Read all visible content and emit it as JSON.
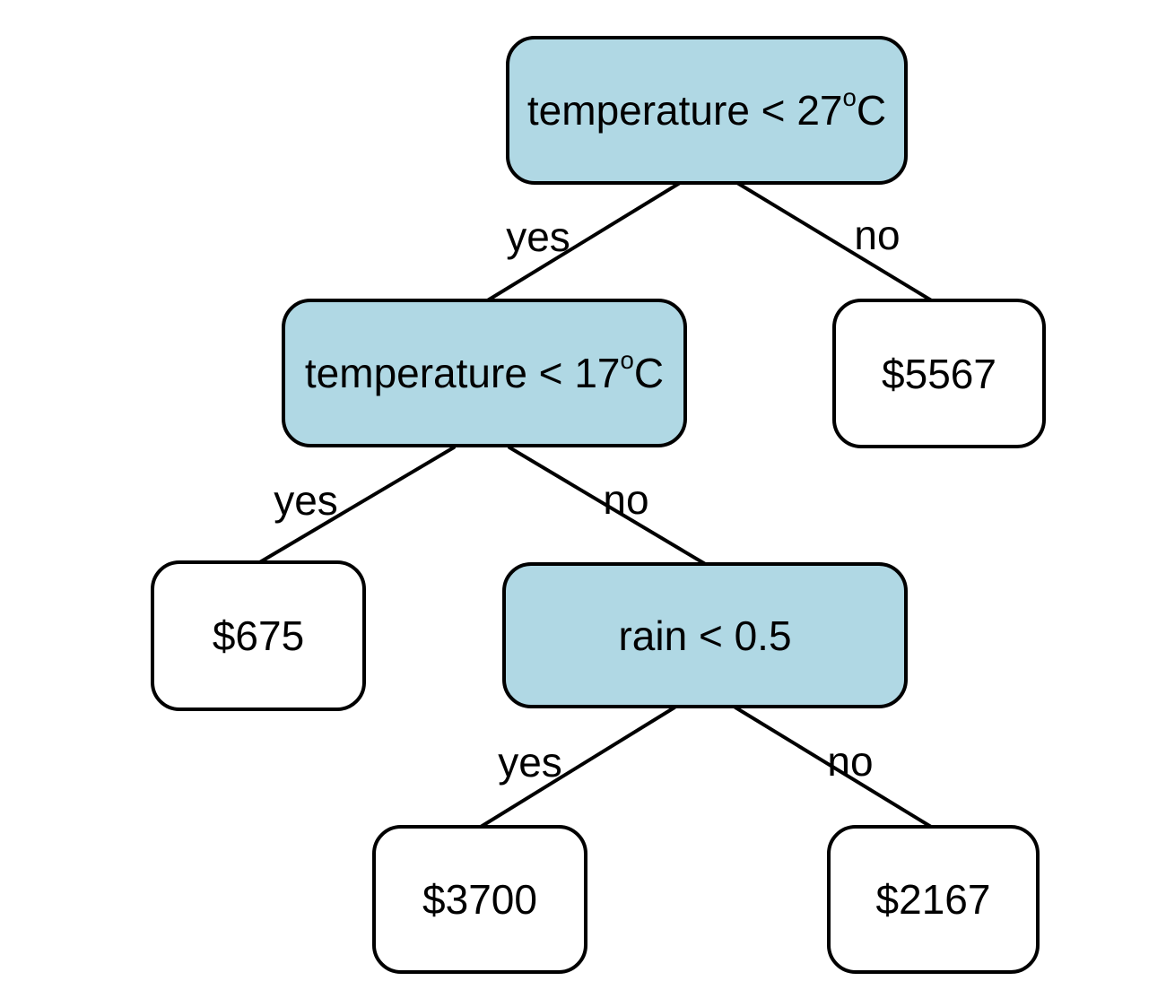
{
  "diagram": {
    "type": "decision-tree",
    "colors": {
      "decision_fill": "#b0d8e4",
      "leaf_fill": "#ffffff",
      "stroke": "#000000",
      "background": "#ffffff"
    },
    "nodes": [
      {
        "id": "root",
        "type": "decision",
        "label": "temperature < 27",
        "sup": "o",
        "suffix": "C"
      },
      {
        "id": "temp17",
        "type": "decision",
        "label": "temperature < 17",
        "sup": "o",
        "suffix": "C"
      },
      {
        "id": "leaf-5567",
        "type": "leaf",
        "label": "$5567"
      },
      {
        "id": "leaf-675",
        "type": "leaf",
        "label": "$675"
      },
      {
        "id": "rain",
        "type": "decision",
        "label": "rain < 0.5"
      },
      {
        "id": "leaf-3700",
        "type": "leaf",
        "label": "$3700"
      },
      {
        "id": "leaf-2167",
        "type": "leaf",
        "label": "$2167"
      }
    ],
    "edges": [
      {
        "from": "root",
        "to": "temp17",
        "label": "yes"
      },
      {
        "from": "root",
        "to": "leaf-5567",
        "label": "no"
      },
      {
        "from": "temp17",
        "to": "leaf-675",
        "label": "yes"
      },
      {
        "from": "temp17",
        "to": "rain",
        "label": "no"
      },
      {
        "from": "rain",
        "to": "leaf-3700",
        "label": "yes"
      },
      {
        "from": "rain",
        "to": "leaf-2167",
        "label": "no"
      }
    ]
  }
}
